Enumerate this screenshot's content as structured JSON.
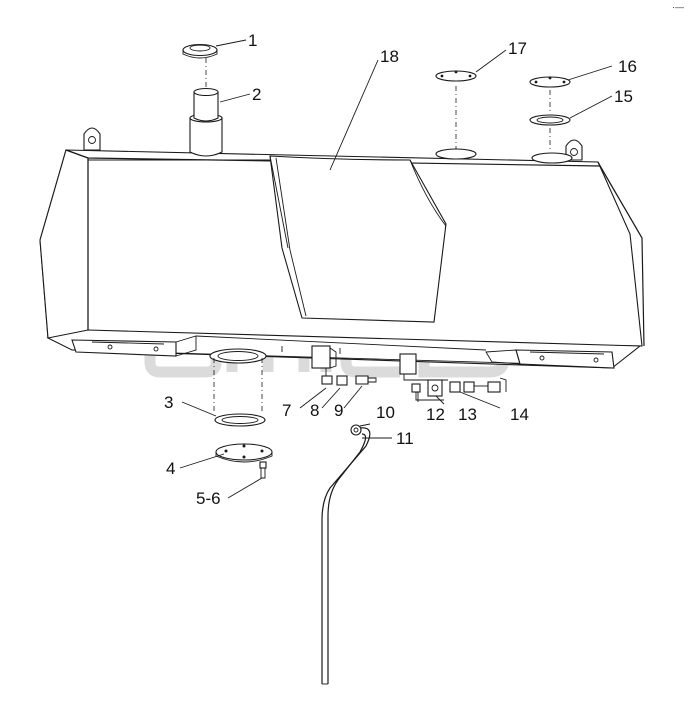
{
  "diagram": {
    "callouts": [
      {
        "id": "c1",
        "label": "1"
      },
      {
        "id": "c2",
        "label": "2"
      },
      {
        "id": "c3",
        "label": "3"
      },
      {
        "id": "c4",
        "label": "4"
      },
      {
        "id": "c5",
        "label": "5-6"
      },
      {
        "id": "c7",
        "label": "7"
      },
      {
        "id": "c8",
        "label": "8"
      },
      {
        "id": "c9",
        "label": "9"
      },
      {
        "id": "c10",
        "label": "10"
      },
      {
        "id": "c11",
        "label": "11"
      },
      {
        "id": "c12",
        "label": "12"
      },
      {
        "id": "c13",
        "label": "13"
      },
      {
        "id": "c14",
        "label": "14"
      },
      {
        "id": "c15",
        "label": "15"
      },
      {
        "id": "c16",
        "label": "16"
      },
      {
        "id": "c17",
        "label": "17"
      },
      {
        "id": "c18",
        "label": "18"
      }
    ],
    "watermark_mark": "TM",
    "corner_mark": "·—"
  },
  "colors": {
    "line": "#1a1a1a",
    "watermark": "#cfcfcf",
    "background": "#ffffff"
  }
}
